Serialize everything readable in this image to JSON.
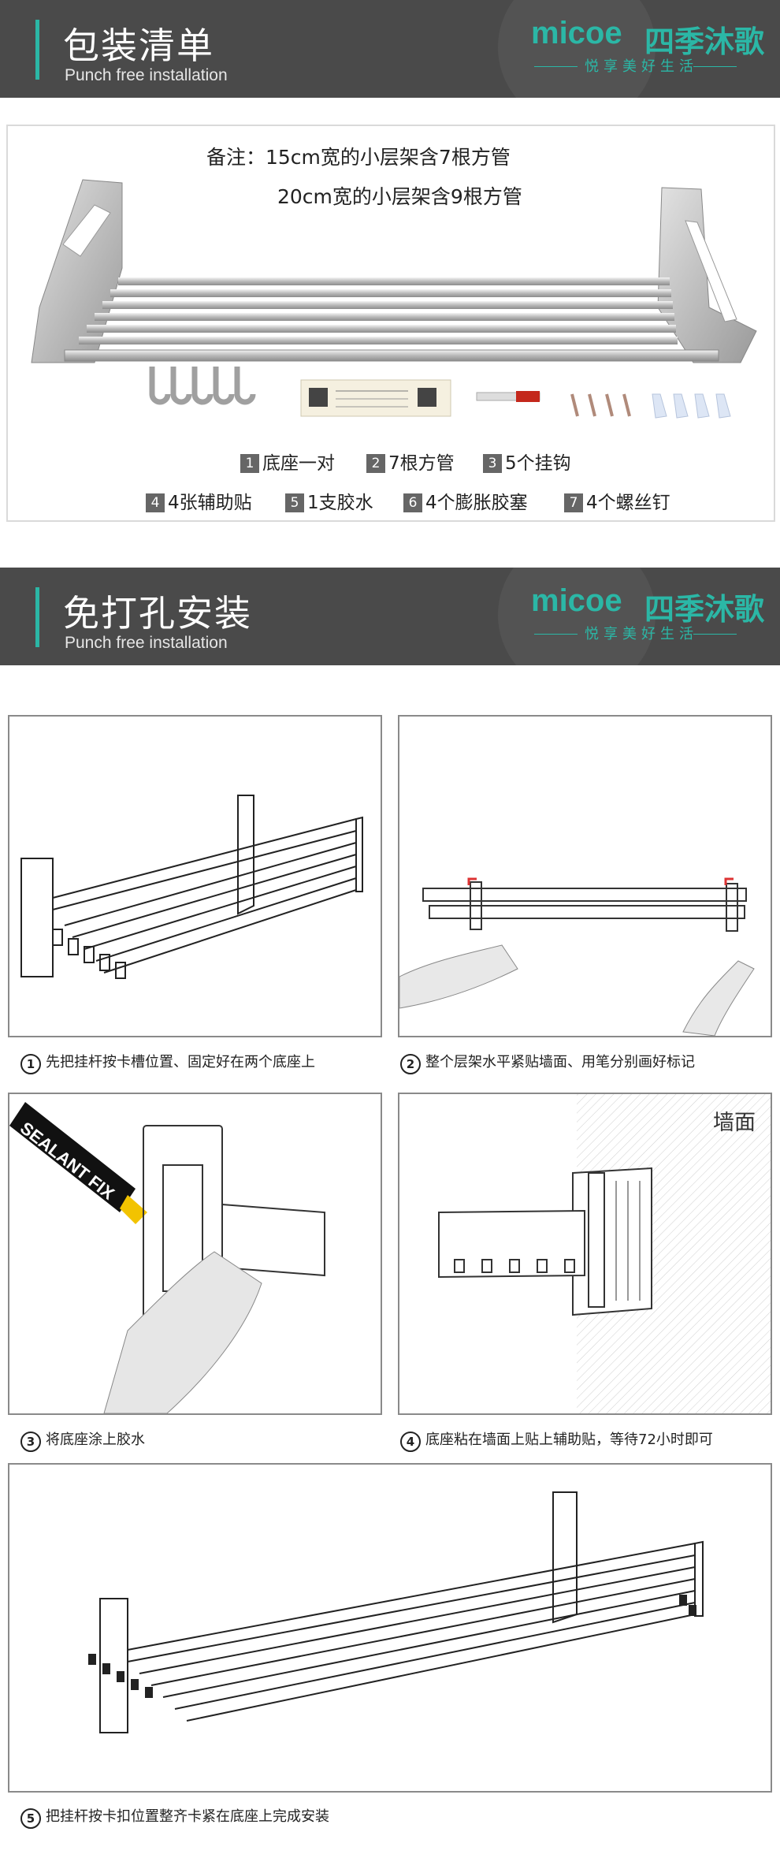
{
  "sections": [
    {
      "title": "包装清单",
      "subtitle": "Punch free installation"
    },
    {
      "title": "免打孔安装",
      "subtitle": "Punch free installation"
    }
  ],
  "brand": {
    "logo_text": "micoe",
    "logo_cn": "四季沐歌",
    "slogan": "悦享美好生活",
    "accent_color": "#2bb7a6"
  },
  "package": {
    "note_line1": "备注：15cm宽的小层架含7根方管",
    "note_line2": "20cm宽的小层架含9根方管",
    "items": [
      {
        "num": "1",
        "label": "底座一对"
      },
      {
        "num": "2",
        "label": "7根方管"
      },
      {
        "num": "3",
        "label": "5个挂钩"
      },
      {
        "num": "4",
        "label": "4张辅助贴"
      },
      {
        "num": "5",
        "label": "1支胶水"
      },
      {
        "num": "6",
        "label": "4个膨胀胶塞"
      },
      {
        "num": "7",
        "label": "4个螺丝钉"
      }
    ]
  },
  "steps": [
    {
      "num": "1",
      "text": "先把挂杆按卡槽位置、固定好在两个底座上"
    },
    {
      "num": "2",
      "text": "整个层架水平紧贴墙面、用笔分别画好标记"
    },
    {
      "num": "3",
      "text": "将底座涂上胶水"
    },
    {
      "num": "4",
      "text": "底座粘在墙面上贴上辅助贴，等待72小时即可"
    },
    {
      "num": "5",
      "text": "把挂杆按卡扣位置整齐卡紧在底座上完成安装"
    }
  ],
  "wall_label": "墙面",
  "glue_tube_text": "SEALANT FIX"
}
